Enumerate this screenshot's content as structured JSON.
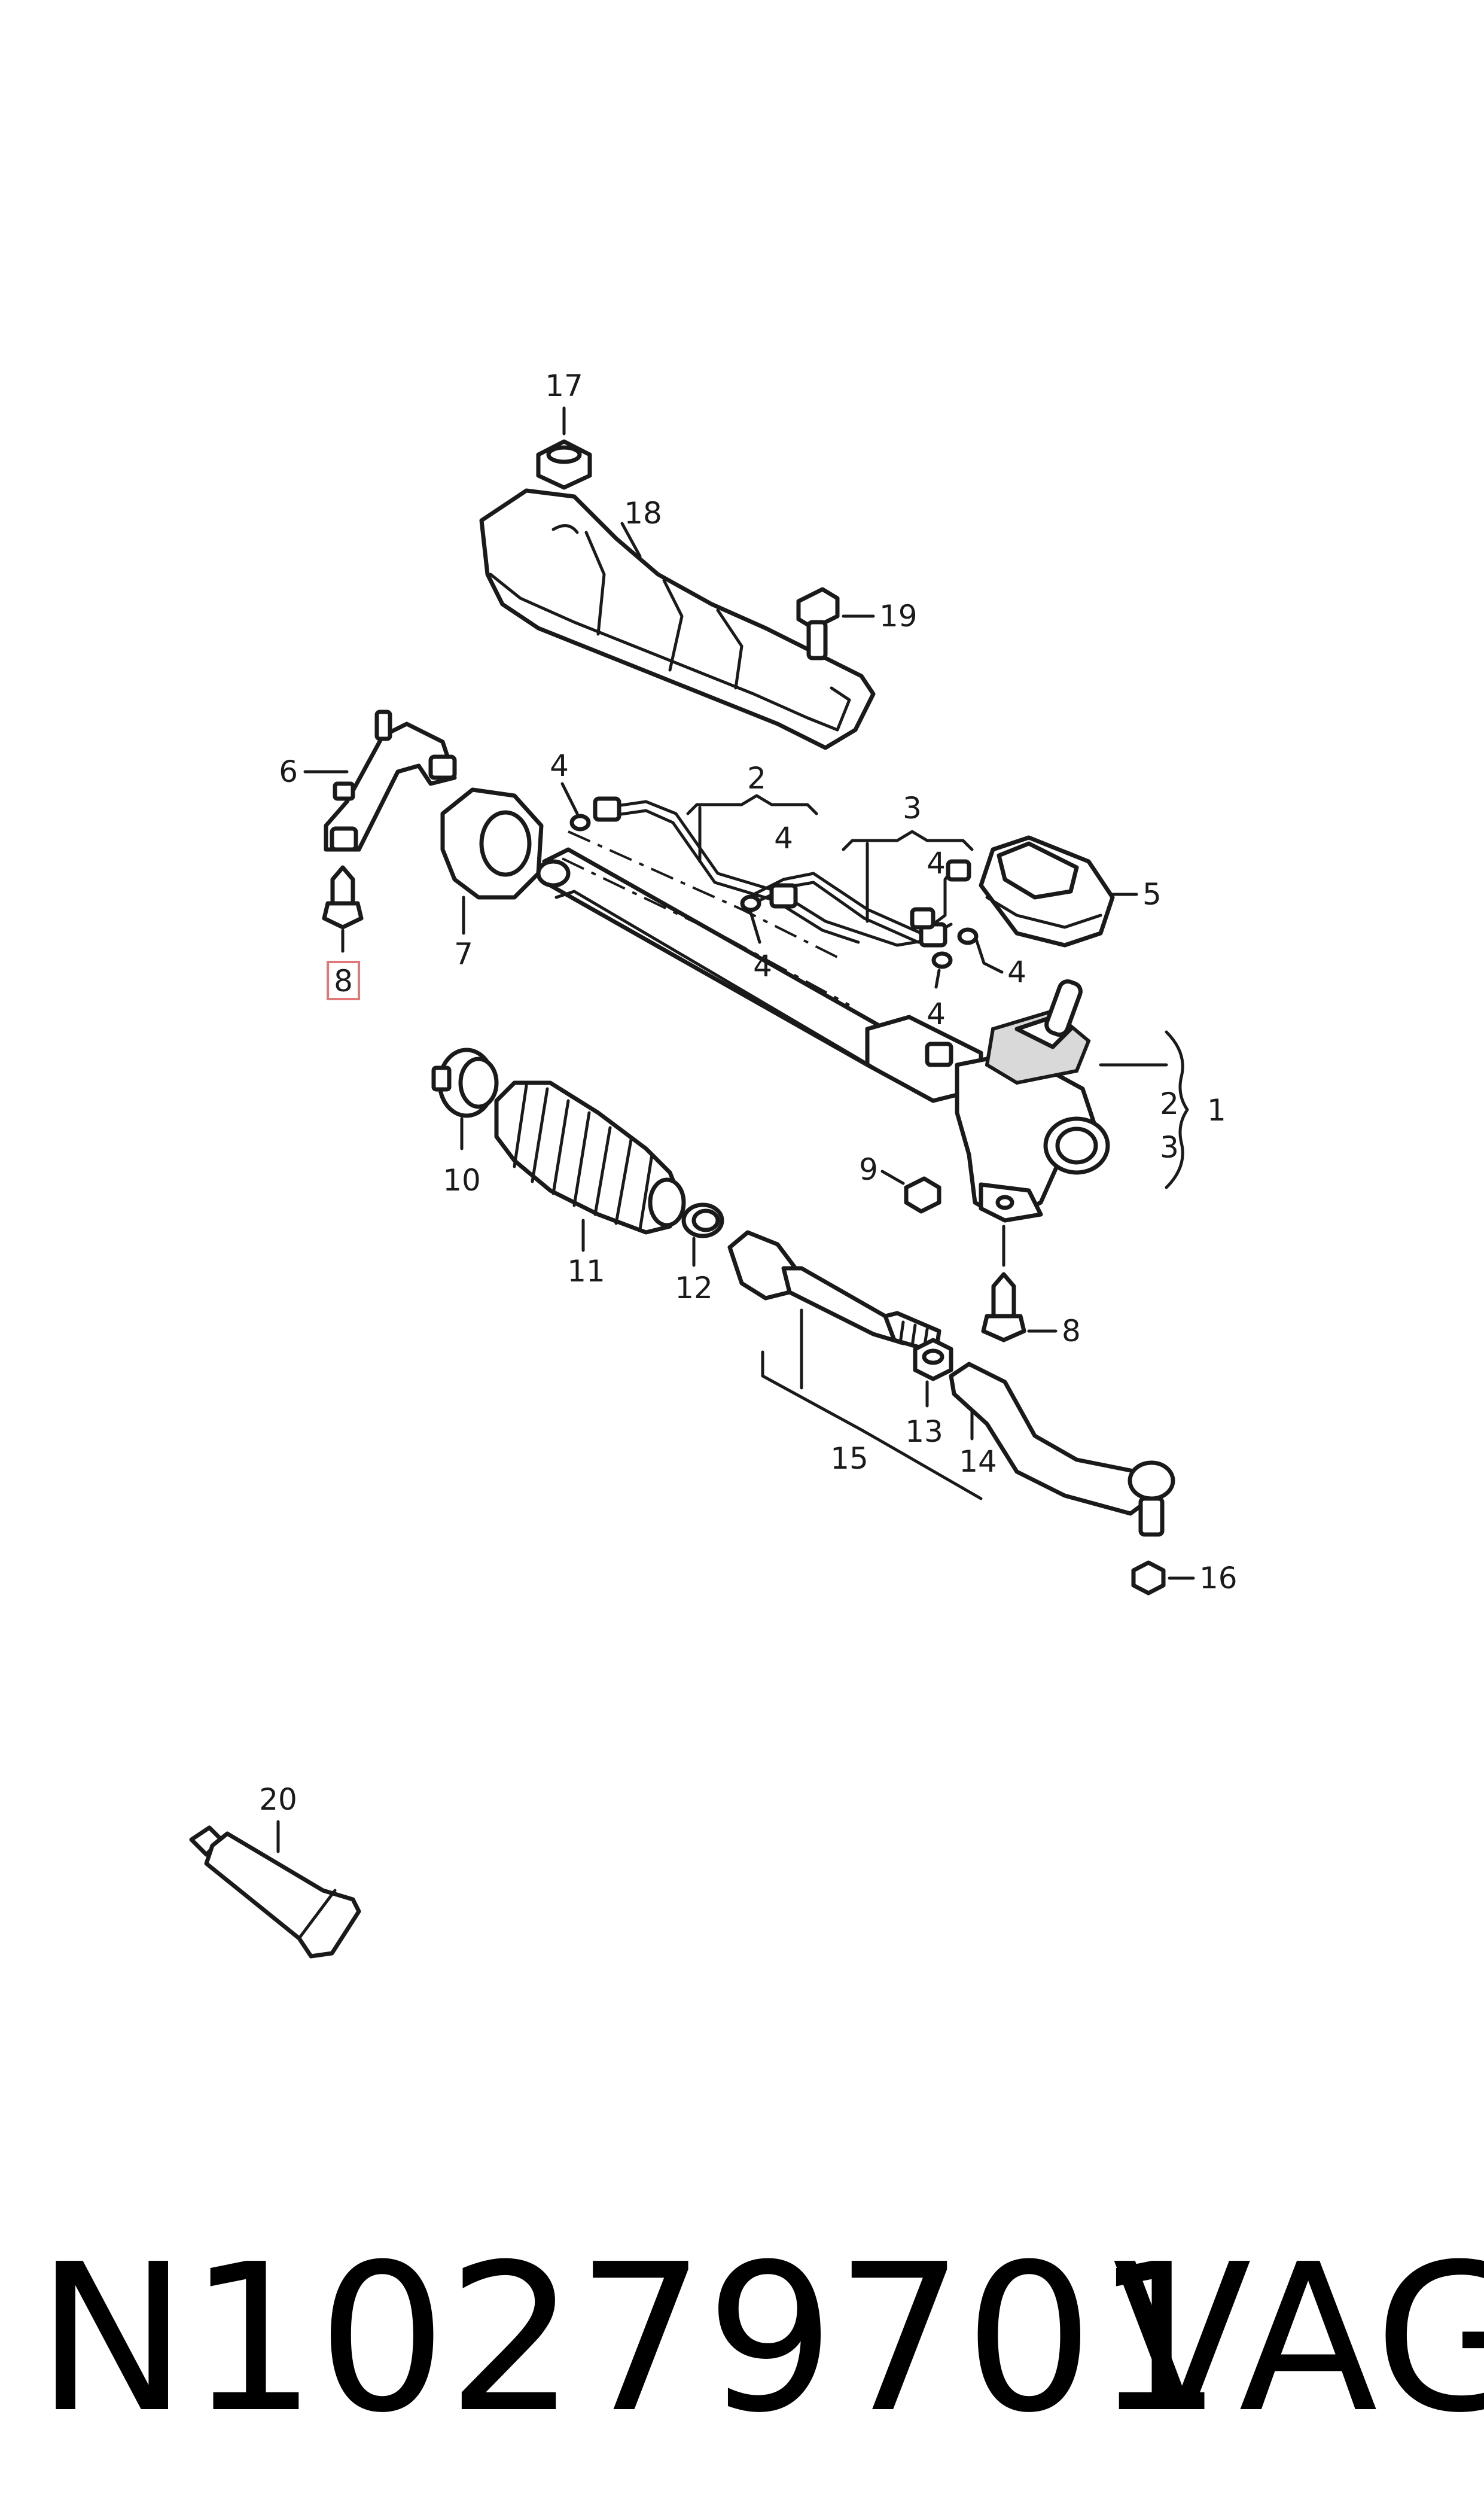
{
  "callouts": {
    "c1": "1",
    "c2a": "2",
    "c2b": "2",
    "c3a": "3",
    "c3b": "3",
    "c4a": "4",
    "c4b": "4",
    "c4c": "4",
    "c4d": "4",
    "c4e": "4",
    "c4f": "4",
    "c5": "5",
    "c6": "6",
    "c7": "7",
    "c8a": "8",
    "c8b": "8",
    "c9": "9",
    "c10": "10",
    "c11": "11",
    "c12": "12",
    "c13": "13",
    "c14": "14",
    "c15": "15",
    "c16": "16",
    "c17": "17",
    "c18": "18",
    "c19": "19",
    "c20": "20"
  },
  "highlighted_callout": "8",
  "highlight_color": "#e07878",
  "footer": {
    "part_number": "N10279701",
    "brand": "VAG"
  }
}
